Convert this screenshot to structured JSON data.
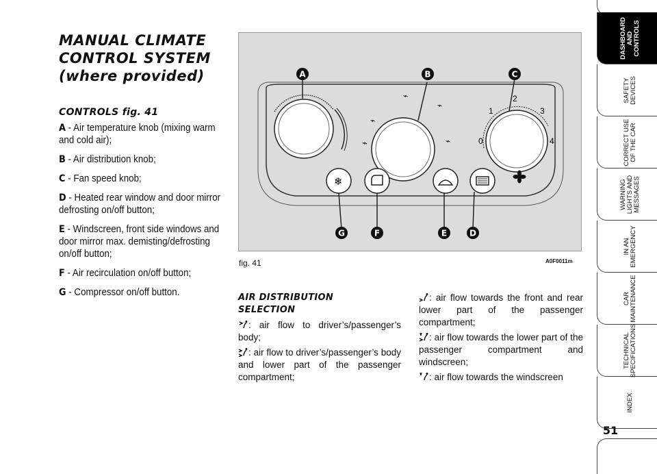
{
  "title": [
    "MANUAL CLIMATE",
    "CONTROL SYSTEM",
    "(where provided)"
  ],
  "controls": {
    "heading": "CONTROLS fig. 41",
    "items": [
      {
        "key": "A",
        "text": " - Air temperature knob (mixing warm and cold air);"
      },
      {
        "key": "B",
        "text": " - Air distribution knob;"
      },
      {
        "key": "C",
        "text": " - Fan speed knob;"
      },
      {
        "key": "D",
        "text": " - Heated rear window and door mirror defrosting on/off button;"
      },
      {
        "key": "E",
        "text": " - Windscreen, front side windows and door mirror max. demisting/defrosting on/off button;"
      },
      {
        "key": "F",
        "text": " - Air recirculation on/off button;"
      },
      {
        "key": "G",
        "text": " - Compressor on/off button."
      }
    ]
  },
  "figure": {
    "caption": "fig. 41",
    "code": "A0F0011m",
    "callouts": [
      "A",
      "B",
      "C",
      "D",
      "E",
      "F",
      "G"
    ],
    "fan_scale": [
      "0",
      "1",
      "2",
      "3",
      "4"
    ]
  },
  "air_distribution": {
    "heading_line1": "AIR DISTRIBUTION",
    "heading_line2": "SELECTION",
    "items": [
      {
        "icon": "face-vent-icon",
        "text": ": air flow to driver’s/passenger’s body;"
      },
      {
        "icon": "face-feet-icon",
        "text": ": air flow to driver’s/passenger’s body and lower part of the passenger compartment;"
      },
      {
        "icon": "feet-icon",
        "text": ": air flow towards the front and rear lower part of the passenger compartment;"
      },
      {
        "icon": "feet-windscreen-icon",
        "text": ": air flow towards the lower part of the passenger compartment and windscreen;"
      },
      {
        "icon": "windscreen-icon",
        "text": ": air flow towards the windscreen"
      }
    ]
  },
  "sidebar": {
    "tabs": [
      {
        "lines": [
          "DASHBOARD",
          "AND",
          "CONTROLS"
        ],
        "active": true
      },
      {
        "lines": [
          "SAFETY",
          "DEVICES"
        ],
        "active": false
      },
      {
        "lines": [
          "CORRECT USE",
          "OF THE CAR"
        ],
        "active": false
      },
      {
        "lines": [
          "WARNING",
          "LIGHTS AND",
          "MESSAGES"
        ],
        "active": false
      },
      {
        "lines": [
          "IN AN",
          "EMERGENCY"
        ],
        "active": false
      },
      {
        "lines": [
          "CAR",
          "MAINTENANCE"
        ],
        "active": false
      },
      {
        "lines": [
          "TECHNICAL",
          "SPECIFICATIONS"
        ],
        "active": false
      },
      {
        "lines": [
          "INDEX"
        ],
        "active": false
      }
    ],
    "page_number": "51"
  }
}
